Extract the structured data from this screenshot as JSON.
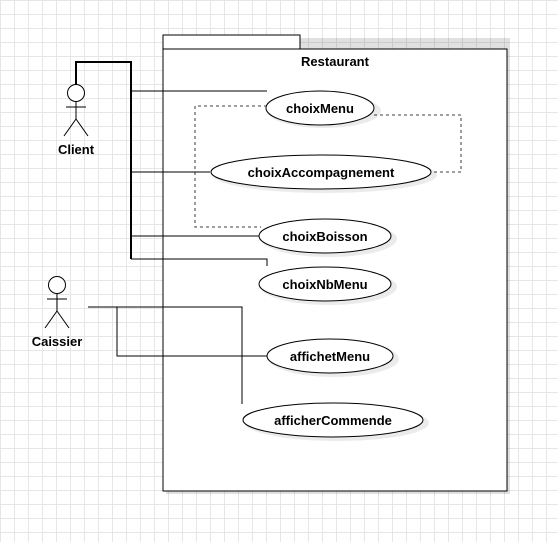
{
  "system": {
    "name": "Restaurant"
  },
  "actors": [
    {
      "id": "client",
      "name": "Client"
    },
    {
      "id": "caissier",
      "name": "Caissier"
    }
  ],
  "use_cases": [
    {
      "id": "choixMenu",
      "label": "choixMenu"
    },
    {
      "id": "choixAccompagnement",
      "label": "choixAccompagnement"
    },
    {
      "id": "choixBoisson",
      "label": "choixBoisson"
    },
    {
      "id": "choixNbMenu",
      "label": "choixNbMenu"
    },
    {
      "id": "affichetMenu",
      "label": "affichetMenu"
    },
    {
      "id": "afficherCommende",
      "label": "afficherCommende"
    }
  ],
  "associations": [
    {
      "from": "client",
      "to": "choixMenu"
    },
    {
      "from": "client",
      "to": "choixAccompagnement"
    },
    {
      "from": "client",
      "to": "choixBoisson"
    },
    {
      "from": "client",
      "to": "choixNbMenu"
    },
    {
      "from": "caissier",
      "to": "affichetMenu"
    },
    {
      "from": "caissier",
      "to": "afficherCommende"
    }
  ],
  "dependencies": [
    {
      "from": "choixMenu",
      "to": "choixAccompagnement",
      "style": "dashed"
    },
    {
      "from": "choixMenu",
      "to": "choixBoisson",
      "style": "dashed"
    }
  ]
}
